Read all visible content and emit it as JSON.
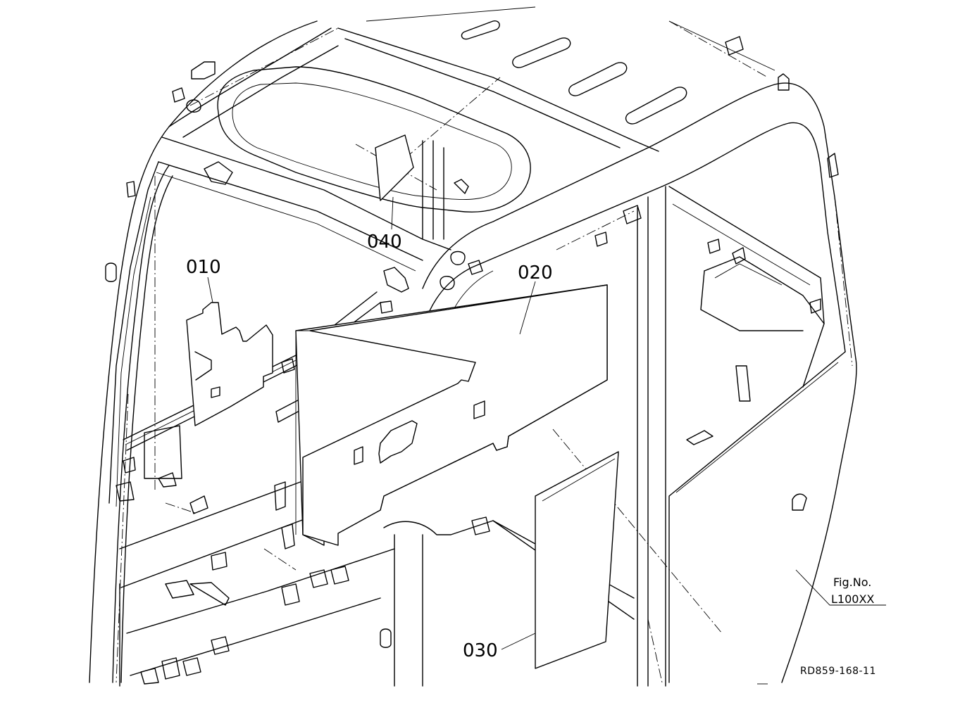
{
  "callouts": {
    "part_010": "010",
    "part_020": "020",
    "part_030": "030",
    "part_040": "040"
  },
  "figure": {
    "fig_no_label": "Fig.No.",
    "fig_no_value": "L100XX"
  },
  "drawing_ref": "RD859-168-11"
}
